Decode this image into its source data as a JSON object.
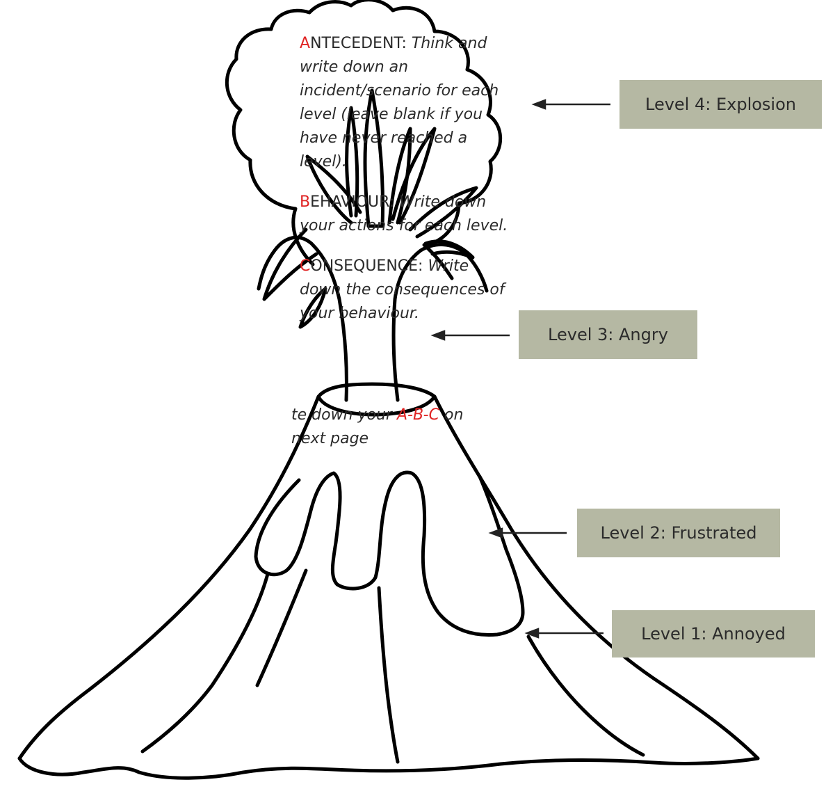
{
  "instructions": {
    "antecedent": {
      "initial": "A",
      "term": "NTECEDENT:",
      "body": "Think and write down an incident/scenario for each level (leave blank if you have never reached a level)."
    },
    "behaviour": {
      "initial": "B",
      "term": "EHAVIOUR:",
      "body": "Write down your actions for each level."
    },
    "consequence": {
      "initial": "C",
      "term": "ONSEQUENCE:",
      "body": "Write down the consequences of your behaviour."
    },
    "note": {
      "prefix": "te down your ",
      "abc": "A-B-C",
      "suffix": " on\n next page"
    }
  },
  "levels": {
    "level4": "Level 4: Explosion",
    "level3": "Level 3: Angry",
    "level2": "Level 2: Frustrated",
    "level1": "Level 1: Annoyed"
  },
  "colors": {
    "accent_red": "#e02424",
    "label_box": "#b5b8a3",
    "outline": "#000000"
  }
}
